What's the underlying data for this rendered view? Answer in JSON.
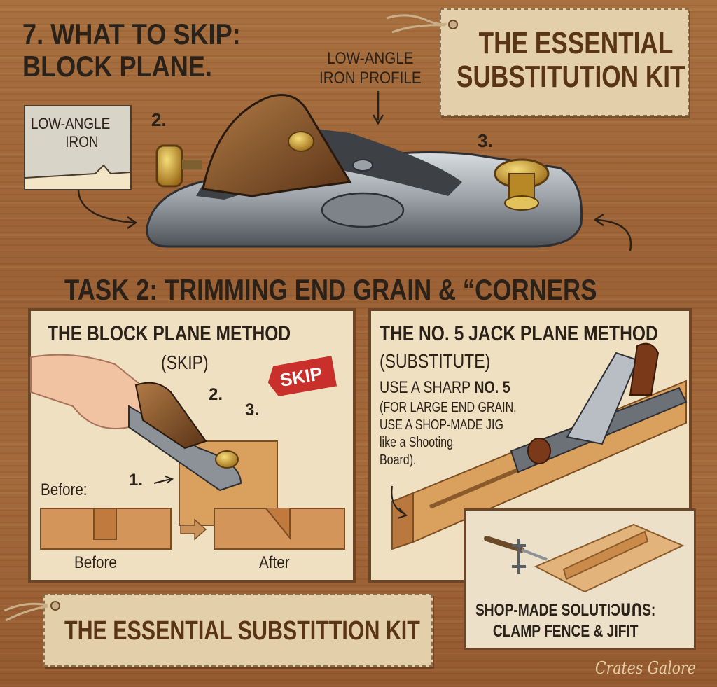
{
  "title": {
    "line1": "7. WHAT TO SKIP:",
    "line2": "BLOCK PLANE."
  },
  "top_tag": {
    "line1": "THE ESSENTIAL",
    "line2": "SUBSTITUTION KIT"
  },
  "hero": {
    "profile_label_1": "LOW-ANGLE",
    "profile_label_2": "IRON PROFILE",
    "callout_2": "2.",
    "callout_3": "3.",
    "inset_line1": "LOW-ANGLE",
    "inset_line2": "IRON"
  },
  "task_heading": "TASK 2: TRIMMING END GRAIN & “CORNERS",
  "left_panel": {
    "heading": "THE BLOCK PLANE METHOD",
    "subheading": "(SKIP)",
    "badge": "SKIP",
    "callout_1": "1.",
    "callout_2": "2.",
    "callout_3": "3.",
    "before_label_top": "Before:",
    "before_caption": "Before",
    "after_caption": "After"
  },
  "right_panel": {
    "heading": "THE NO. 5 JACK PLANE METHOD",
    "subheading": "(SUBSTITUTE)",
    "instruction_line1_prefix": "USE A SHARP ",
    "instruction_line1_bold": "NO. 5",
    "instruction_line2": "(FOR LARGE END GRAIN,",
    "instruction_line3": "USE A SHOP-MADE JIG",
    "instruction_line4": "like a Shooting",
    "instruction_line5": "Board)."
  },
  "shop_box": {
    "line1": "SHOP-MADE SOLUTIƆᑌᑎS:",
    "line2": "CLAMP FENCE & JIFIT"
  },
  "bottom_tag": "THE ESSENTIAL SUBSTITTION KIT",
  "signature": "Crates Galore",
  "colors": {
    "wood": "#9c6236",
    "tag": "#e3cfa9",
    "panel": "#f0e0c2",
    "badge": "#c9302c",
    "ink": "#2a2119"
  }
}
